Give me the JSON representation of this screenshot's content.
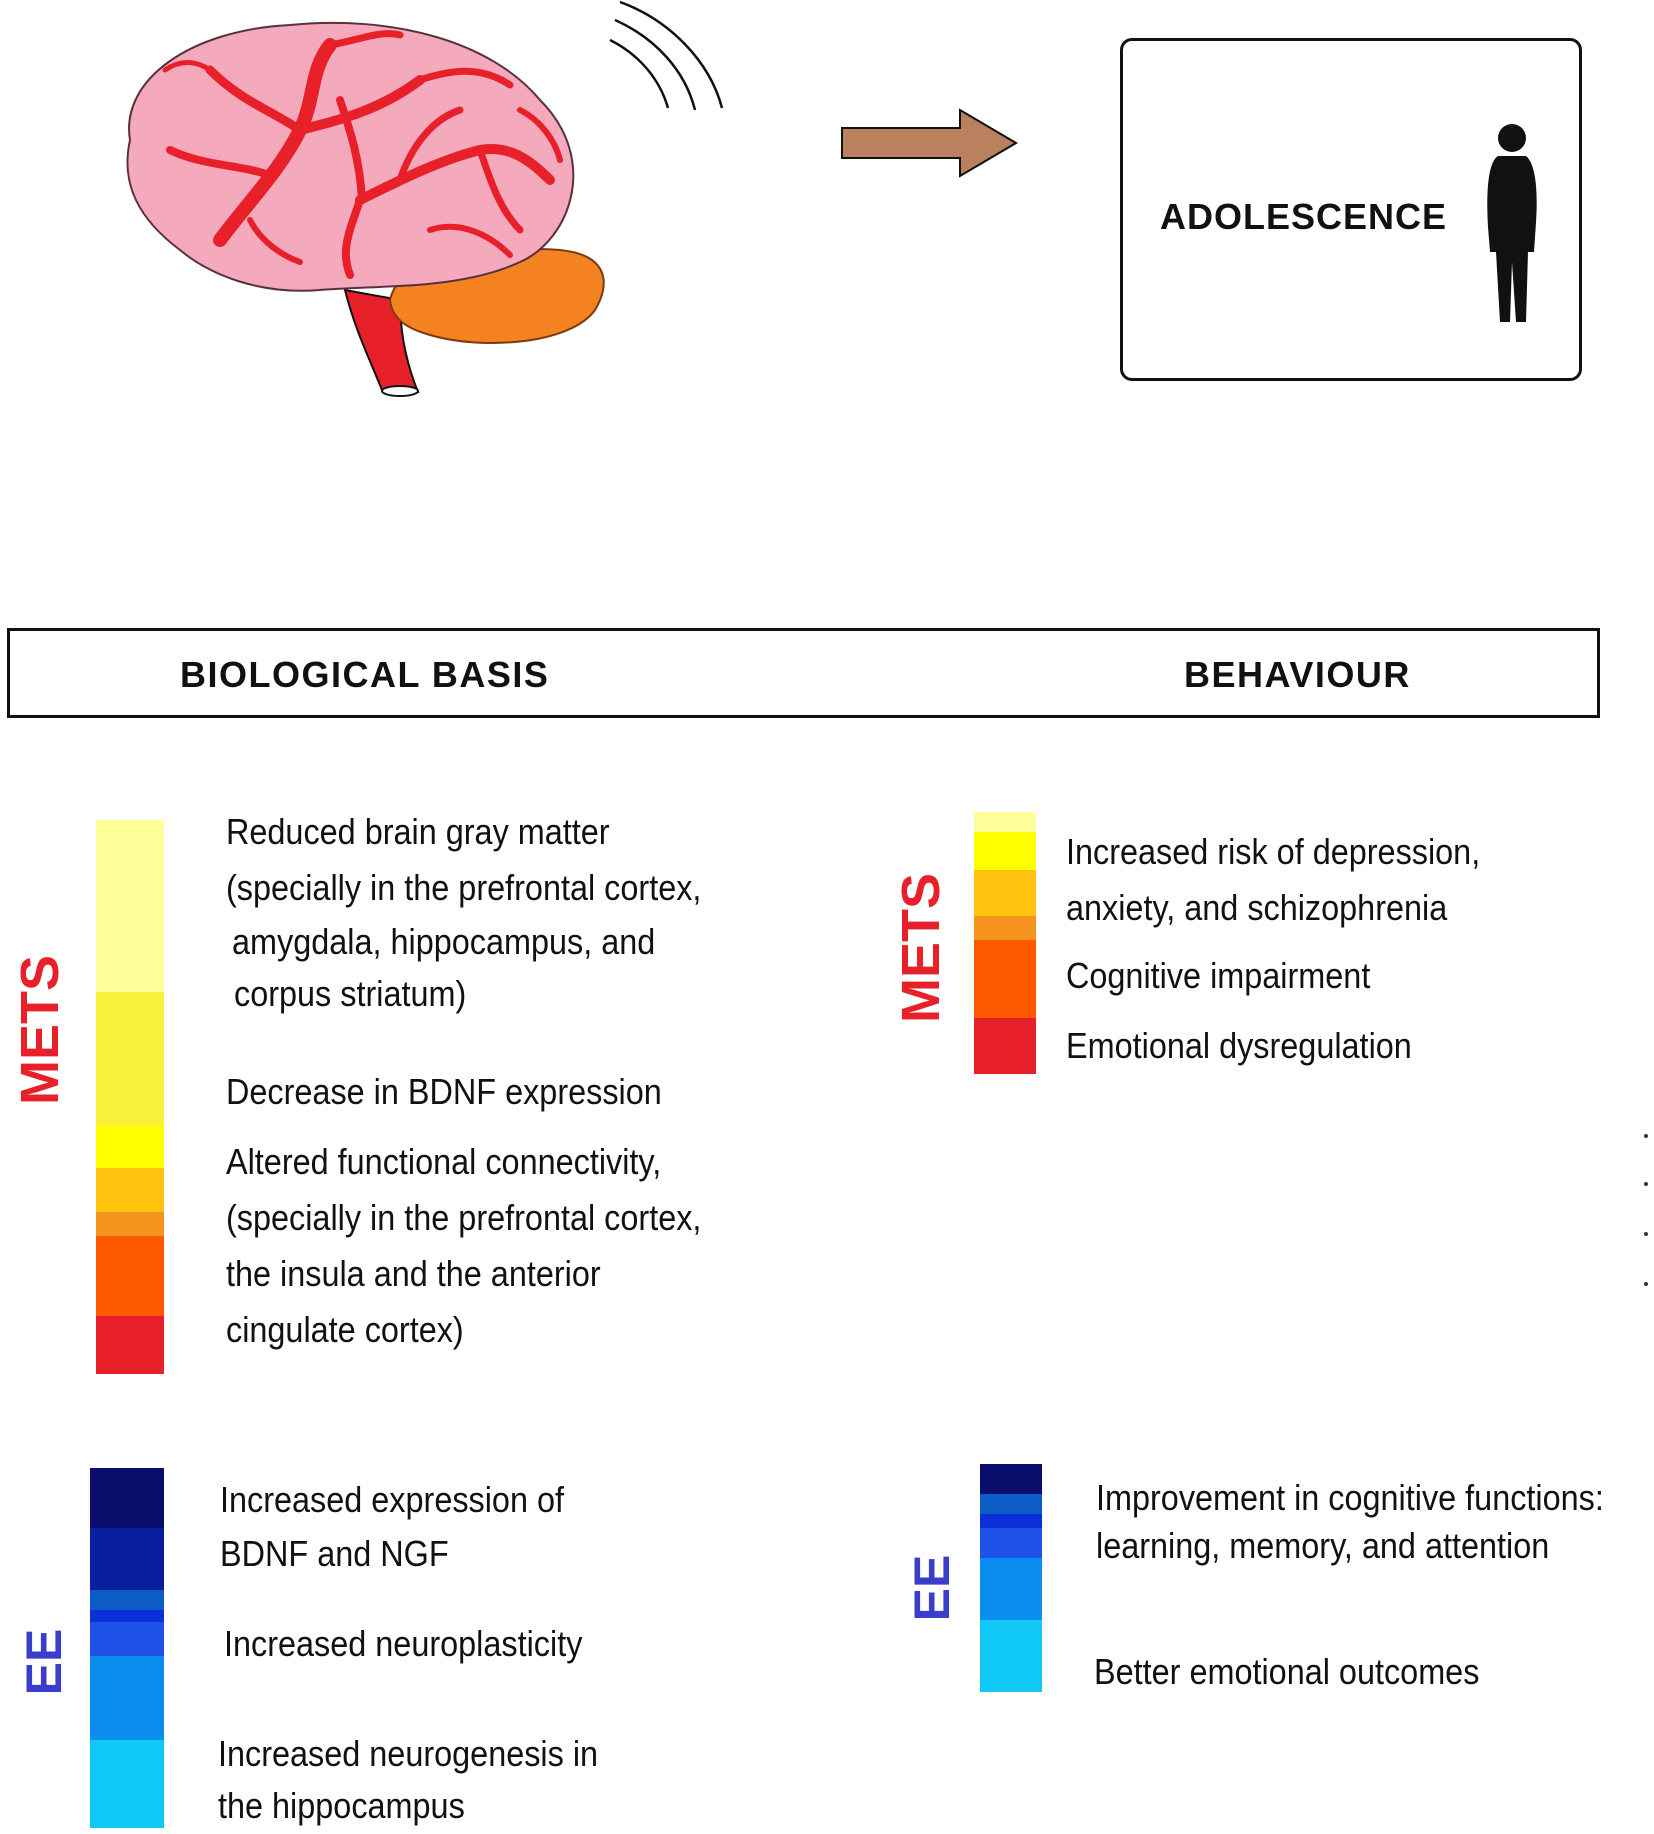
{
  "top": {
    "adolescence_label": "ADOLESCENCE",
    "colors": {
      "brain": "#f5a9bc",
      "vessels": "#e8202a",
      "cerebellum": "#f58220",
      "arrow": "#b9815e"
    }
  },
  "header": {
    "biological_basis": "BIOLOGICAL BASIS",
    "behaviour": "BEHAVIOUR"
  },
  "biological": {
    "mets_label": "METS",
    "mets_items": [
      "Reduced brain gray matter",
      "(specially in the prefrontal cortex,",
      "amygdala, hippocampus, and",
      "corpus striatum)",
      "Decrease in BDNF expression",
      "Altered functional connectivity,",
      "(specially in the prefrontal cortex,",
      "the insula and the anterior",
      "cingulate cortex)"
    ],
    "ee_label": "EE",
    "ee_items": [
      "Increased expression of",
      "BDNF and NGF",
      "Increased neuroplasticity",
      "Increased neurogenesis in",
      "the hippocampus"
    ]
  },
  "behaviour": {
    "mets_label": "METS",
    "mets_items": [
      "Increased risk of depression,",
      "anxiety, and schizophrenia",
      "Cognitive impairment",
      "Emotional dysregulation"
    ],
    "ee_label": "EE",
    "ee_items": [
      "Improvement in cognitive functions:",
      "learning, memory, and attention",
      "Better emotional outcomes"
    ]
  },
  "scale_colors": {
    "mets": [
      "#ffff99",
      "#f8f23a",
      "#ffff00",
      "#ffc20e",
      "#f7941d",
      "#ff5a00",
      "#e8202a"
    ],
    "ee": [
      "#0a0f6e",
      "#0a1fa0",
      "#0b5cc4",
      "#0b2fd8",
      "#1f52e6",
      "#0b8ef0",
      "#0fc8f5"
    ]
  }
}
